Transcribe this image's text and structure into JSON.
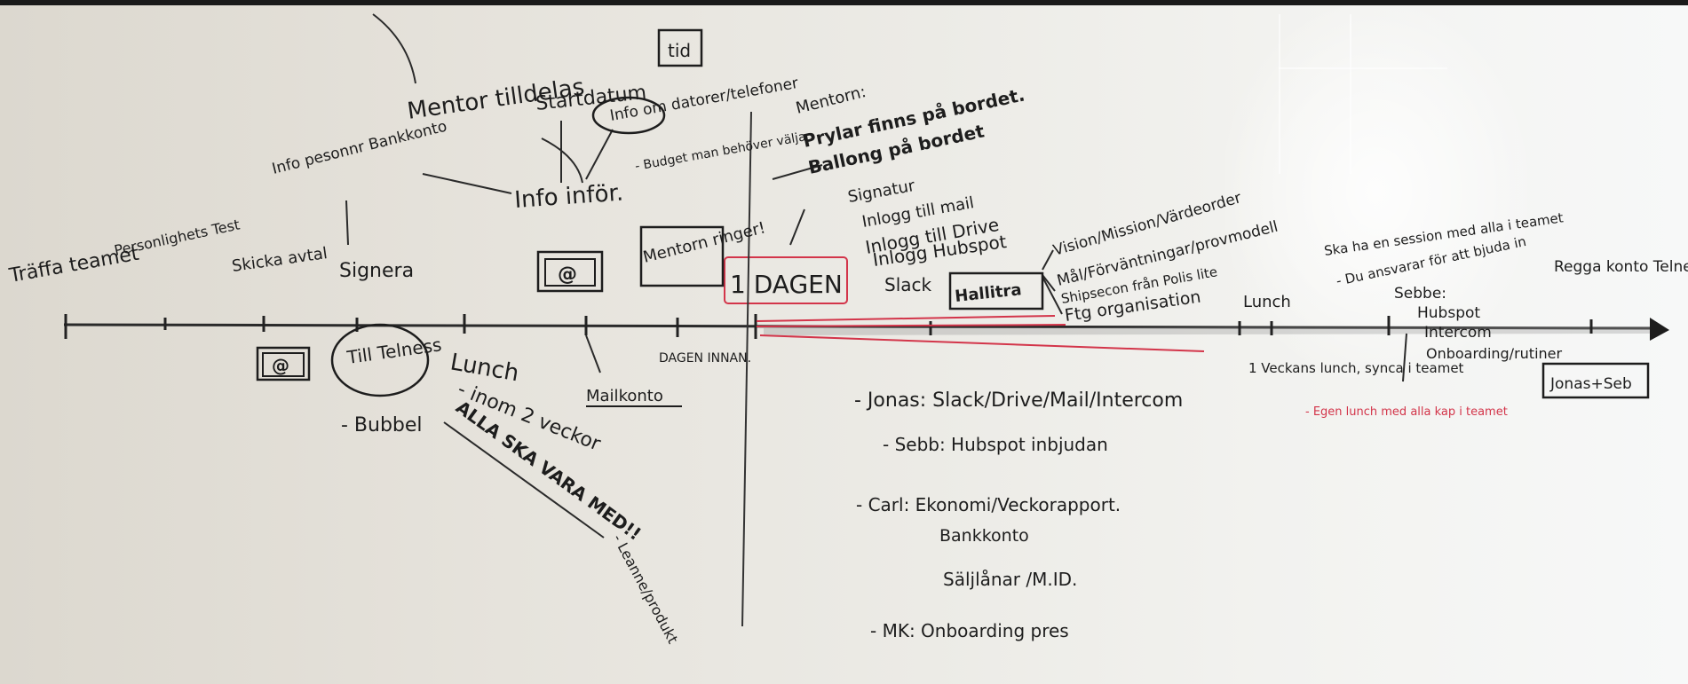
{
  "timeline": {
    "before": [
      {
        "id": "traffa",
        "text": "Träffa teamet"
      },
      {
        "id": "personlighets",
        "text": "Personlighets Test"
      },
      {
        "id": "skicka",
        "text": "Skicka avtal"
      },
      {
        "id": "signera",
        "text": "Signera"
      },
      {
        "id": "startdatum",
        "text": "Startdatum"
      },
      {
        "id": "tid",
        "text": "tid"
      },
      {
        "id": "mentor_tilldelas",
        "text": "Mentor tilldelas"
      },
      {
        "id": "info_pesonnr",
        "text": "Info pesonnr Bankkonto"
      },
      {
        "id": "info_om",
        "text": "Info om datorer/telefoner"
      },
      {
        "id": "budget",
        "text": "- Budget man behöver välja"
      },
      {
        "id": "info_infor",
        "text": "Info inför."
      },
      {
        "id": "email_box",
        "text": "@"
      },
      {
        "id": "mentor_ringer",
        "text": "Mentorn ringer!"
      }
    ],
    "below": [
      {
        "id": "email_box2",
        "text": "@"
      },
      {
        "id": "till_telness",
        "text": "Till Telness"
      },
      {
        "id": "bubbel",
        "text": "- Bubbel"
      },
      {
        "id": "lunch",
        "text": "Lunch"
      },
      {
        "id": "inom",
        "text": "- inom 2 veckor"
      },
      {
        "id": "alla",
        "text": "ALLA SKA VARA MED!!"
      },
      {
        "id": "leanne",
        "text": "- Leanne/produkt"
      },
      {
        "id": "mailkonto",
        "text": "Mailkonto"
      },
      {
        "id": "dagen_innan",
        "text": "DAGEN INNAN."
      }
    ],
    "day_one": {
      "label": "1 DAGEN",
      "mentor_heading": "Mentorn:",
      "mentor_items": [
        "Prylar finns på bordet.",
        "Ballong på bordet"
      ],
      "access_items": [
        "Signatur",
        "Inlogg till mail",
        "Inlogg till Drive",
        "Inlogg Hubspot",
        "Slack"
      ],
      "hallitra": "Hallitra",
      "hallitra_items": [
        "Vision/Mission/Värdeorder",
        "Mål/Förväntningar/provmodell",
        "Shipsecon från Polis lite",
        "Ftg organisation"
      ]
    },
    "after": [
      {
        "id": "lunch2",
        "text": "Lunch"
      },
      {
        "id": "veckans",
        "text": "1 Veckans lunch, synca i teamet"
      },
      {
        "id": "egen",
        "text": "- Egen lunch med alla kap i teamet"
      },
      {
        "id": "ska_ha",
        "text": "Ska ha en session med alla i teamet"
      },
      {
        "id": "du_ansvarar",
        "text": "- Du ansvarar för att bjuda in"
      },
      {
        "id": "sebbe",
        "text": "Sebbe:"
      },
      {
        "id": "hubspot",
        "text": "Hubspot"
      },
      {
        "id": "intercom",
        "text": "Intercom"
      },
      {
        "id": "onboarding",
        "text": "Onboarding/rutiner"
      },
      {
        "id": "regga",
        "text": "Regga konto Telness.se"
      },
      {
        "id": "jonas_seb",
        "text": "Jonas+Seb"
      }
    ],
    "assignments": [
      {
        "id": "jonas",
        "text": "- Jonas: Slack/Drive/Mail/Intercom"
      },
      {
        "id": "sebb",
        "text": "- Sebb: Hubspot inbjudan"
      },
      {
        "id": "carl",
        "text": "- Carl: Ekonomi/Veckorapport."
      },
      {
        "id": "bankkonto",
        "text": "Bankkonto"
      },
      {
        "id": "saljlanar",
        "text": "Säljlånar /M.ID."
      },
      {
        "id": "mk",
        "text": "- MK: Onboarding pres"
      }
    ]
  },
  "colors": {
    "ink": "#1d1d1d",
    "red": "#d3354a",
    "board": "#ecebe6"
  }
}
